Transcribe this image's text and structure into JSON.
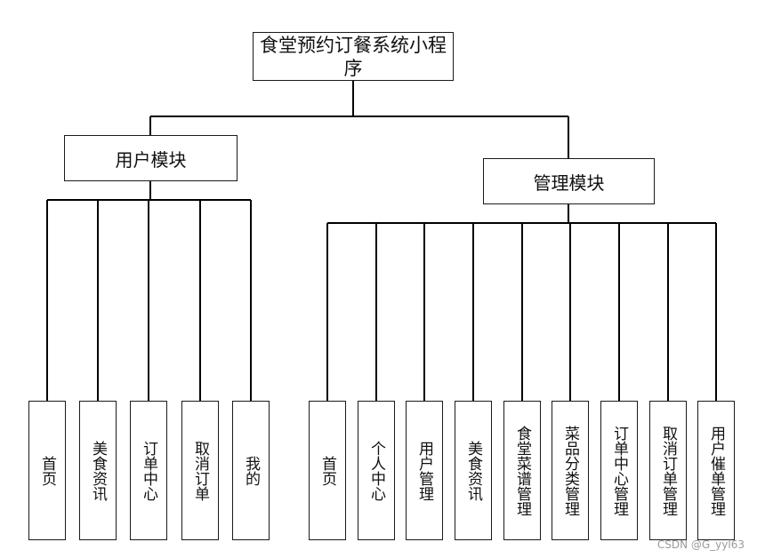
{
  "diagram": {
    "title": "食堂预约订餐系统小程序",
    "modules": [
      {
        "label": "用户模块",
        "children": [
          "首页",
          "美食资讯",
          "订单中心",
          "取消订单",
          "我的"
        ]
      },
      {
        "label": "管理模块",
        "children": [
          "首页",
          "个人中心",
          "用户管理",
          "美食资讯",
          "食堂菜谱管理",
          "菜品分类管理",
          "订单中心管理",
          "取消订单管理",
          "用户催单管理"
        ]
      }
    ]
  },
  "watermark": "CSDN @G_yyl63",
  "colors": {
    "line": "#000000",
    "border": "#1a1a1a",
    "text": "#111111"
  }
}
